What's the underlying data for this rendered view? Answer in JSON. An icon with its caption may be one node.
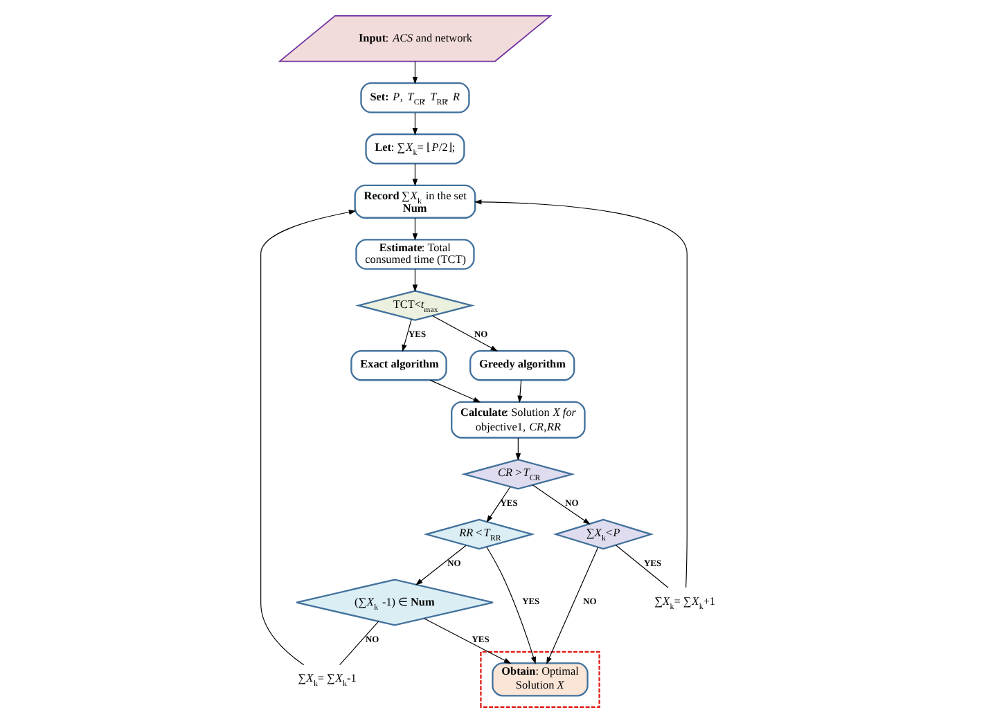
{
  "diagram": {
    "nodes": [
      {
        "text": [
          "**Input**: *ACS* and network"
        ]
      },
      {
        "text": [
          "**Set:** *P*, *T*$_{CR}$, *T*$_{RR}$, *R*"
        ]
      },
      {
        "text": [
          "**Let**: ∑*X*$_{k}$= ⌊*P*/2⌋;"
        ]
      },
      {
        "text": [
          "**Record** ∑*X*$_{k}$ in the set **Num**"
        ]
      },
      {
        "text": [
          "**Estimate**: Total consumed time (TCT)"
        ]
      },
      {
        "text": [
          "TCT<*t*$_{max}$"
        ]
      },
      {
        "text": [
          "**Exact algorithm**"
        ]
      },
      {
        "text": [
          "**Greedy algorithm**"
        ]
      },
      {
        "text": [
          "**Calculate**: Solution *X for* objective1, *CR*,*RR*"
        ]
      },
      {
        "text": [
          "*CR* >*T*$_{CR}$"
        ]
      },
      {
        "text": [
          "*RR* <*T*$_{RR}$"
        ]
      },
      {
        "text": [
          "(∑*X*$_{k}$ -1) ∈ **Num**"
        ]
      },
      {
        "text": [],
        "shape": "box"
      },
      {
        "text": [
          "**Obtain**: Optimal Solution *X*"
        ],
        "in": 12
      },
      {
        "text": [
          "∑*X*$_{k}$<*P*"
        ]
      },
      {
        "text": [
          "∑*X*$_{k}$= ∑*X*$_{k}$-1"
        ]
      },
      {
        "text": [
          "∑*X*$_{k}$= ∑*X*$_{k}$+1"
        ]
      }
    ],
    "edges": [
      {
        "from": 0,
        "to": 1,
        "arrow": "to"
      },
      {
        "from": 1,
        "to": 2,
        "arrow": "to"
      },
      {
        "from": 2,
        "to": 3,
        "arrow": "to"
      },
      {
        "from": 3,
        "to": 4,
        "arrow": "to"
      },
      {
        "from": 4,
        "to": 5,
        "arrow": "to"
      },
      {
        "from": 5,
        "to": 6,
        "arrow": "to",
        "label": "YES"
      },
      {
        "from": 5,
        "to": 7,
        "arrow": "to",
        "label": "NO"
      },
      {
        "from": 6,
        "to": 8,
        "arrow": "to"
      },
      {
        "from": 7,
        "to": 8,
        "arrow": "to"
      },
      {
        "from": 8,
        "to": 9,
        "arrow": "to"
      },
      {
        "from": 9,
        "to": 10,
        "arrow": "to",
        "label": "YES"
      },
      {
        "from": 9,
        "to": 14,
        "arrow": "to",
        "label": "NO"
      },
      {
        "from": 10,
        "to": 13,
        "arrow": "to",
        "label": "YES"
      },
      {
        "from": 10,
        "to": 11,
        "arrow": "to",
        "label": "NO"
      },
      {
        "from": 11,
        "to": 13,
        "arrow": "to",
        "label": "YES"
      },
      {
        "from": 11,
        "to": 15,
        "arrow": "none",
        "label": "NO"
      },
      {
        "from": 15,
        "to": 3,
        "arrow": "to"
      },
      {
        "from": 14,
        "to": 13,
        "arrow": "to",
        "label": "NO"
      },
      {
        "from": 14,
        "to": 16,
        "arrow": "none",
        "label": "YES"
      },
      {
        "from": 16,
        "to": 3,
        "arrow": "to"
      }
    ]
  }
}
